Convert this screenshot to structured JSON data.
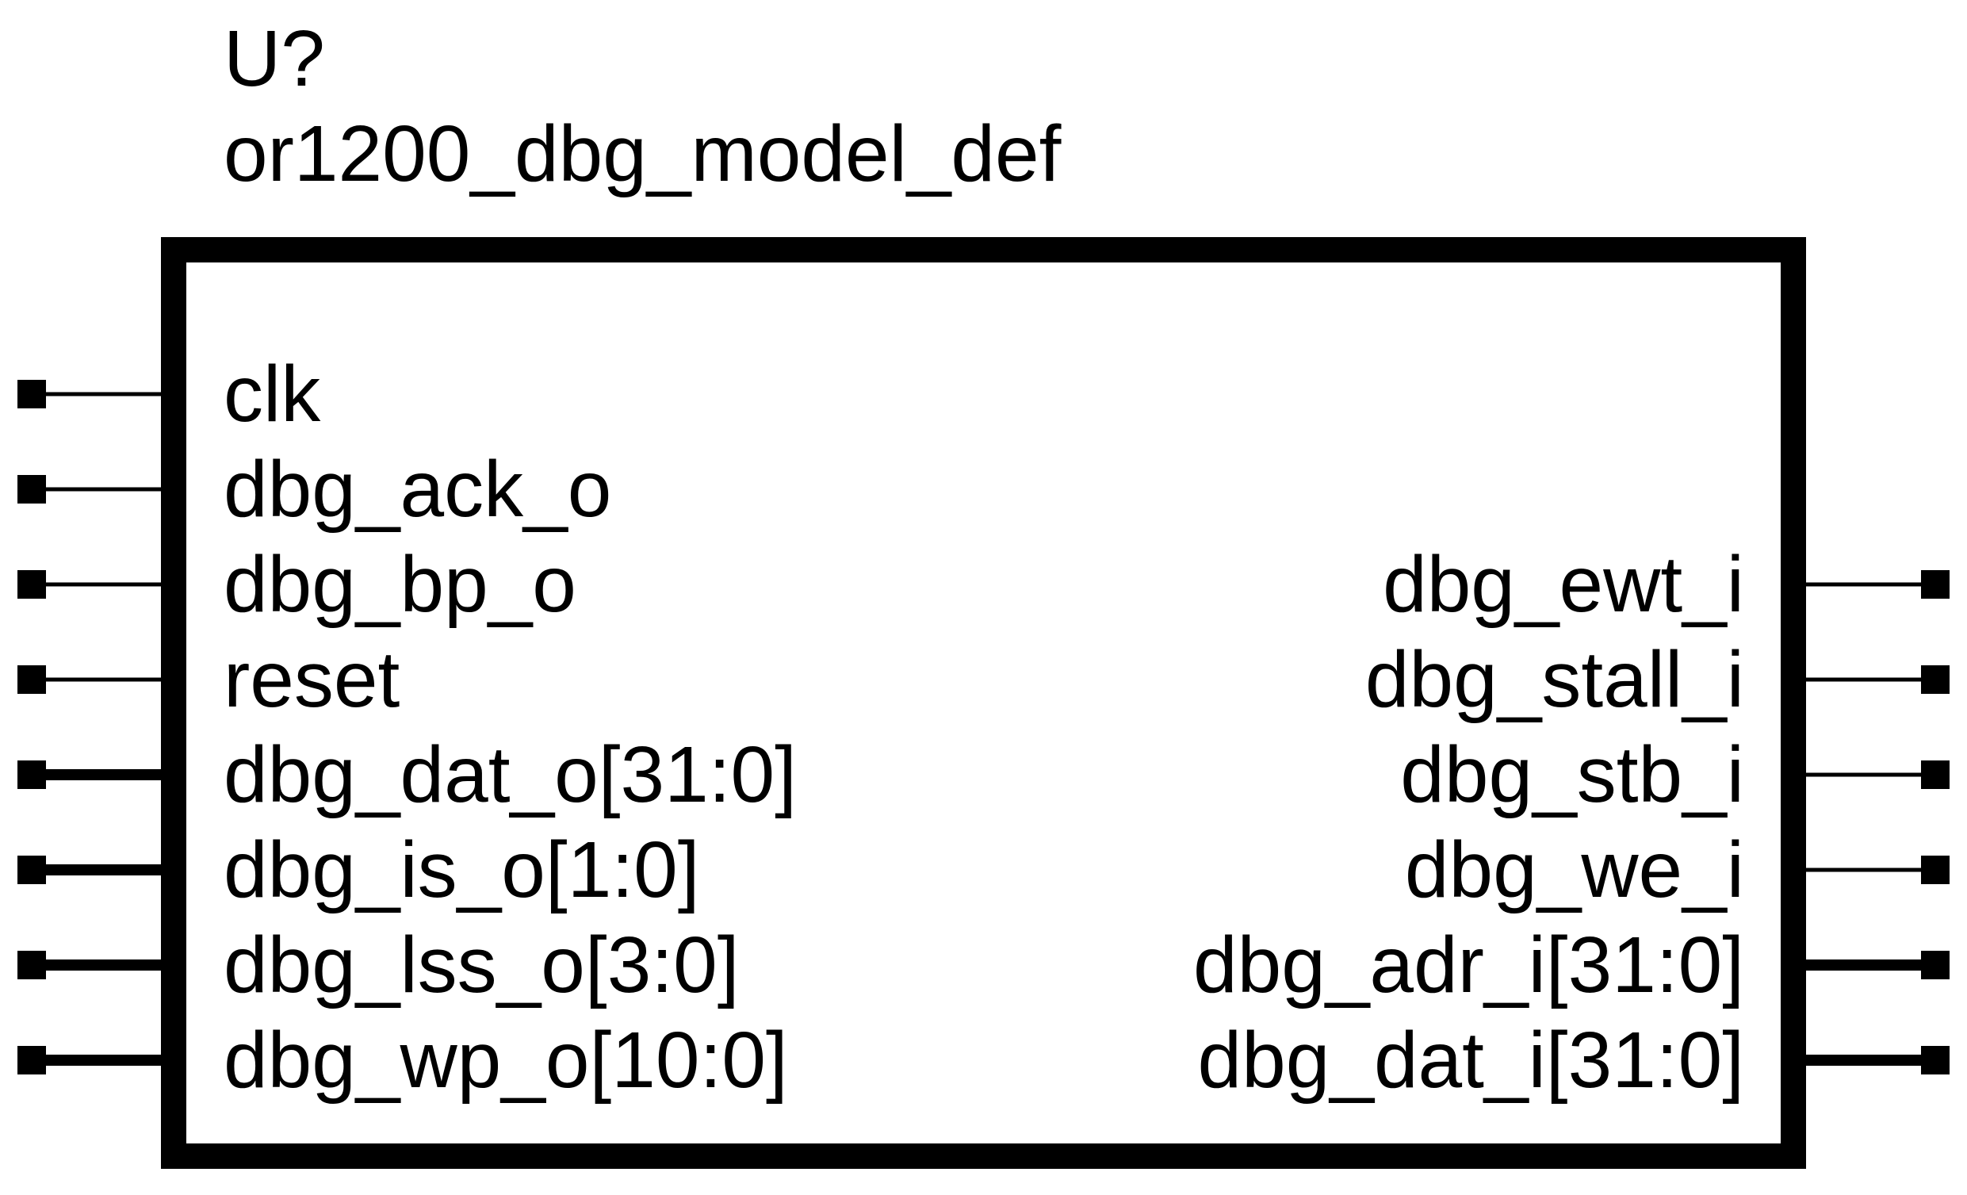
{
  "symbol": {
    "designator": "U?",
    "name": "or1200_dbg_model_def"
  },
  "pins_left": [
    {
      "label": "clk",
      "bus": false
    },
    {
      "label": "dbg_ack_o",
      "bus": false
    },
    {
      "label": "dbg_bp_o",
      "bus": false
    },
    {
      "label": "reset",
      "bus": false
    },
    {
      "label": "dbg_dat_o[31:0]",
      "bus": true
    },
    {
      "label": "dbg_is_o[1:0]",
      "bus": true
    },
    {
      "label": "dbg_lss_o[3:0]",
      "bus": true
    },
    {
      "label": "dbg_wp_o[10:0]",
      "bus": true
    }
  ],
  "pins_right": [
    {
      "label": "dbg_ewt_i",
      "bus": false
    },
    {
      "label": "dbg_stall_i",
      "bus": false
    },
    {
      "label": "dbg_stb_i",
      "bus": false
    },
    {
      "label": "dbg_we_i",
      "bus": false
    },
    {
      "label": "dbg_adr_i[31:0]",
      "bus": true
    },
    {
      "label": "dbg_dat_i[31:0]",
      "bus": true
    }
  ],
  "colors": {
    "stroke": "#000000",
    "background": "#ffffff"
  }
}
